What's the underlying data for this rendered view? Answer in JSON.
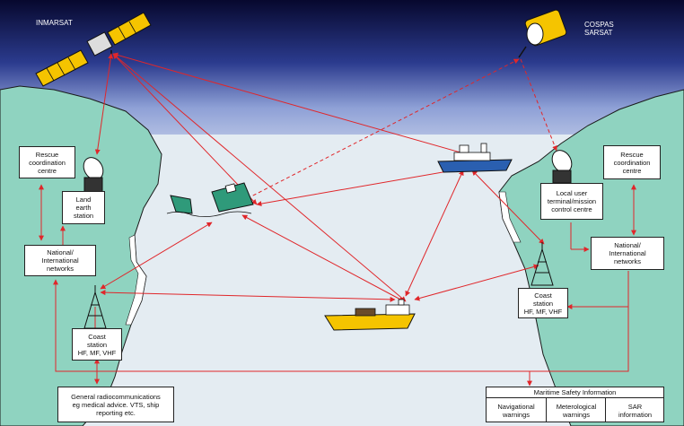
{
  "satellites": {
    "inmarsat": "INMARSAT",
    "cospas_sarsat": [
      "COSPAS",
      "SARSAT"
    ]
  },
  "boxes": {
    "rescue_left": [
      "Rescue",
      "coordination",
      "centre"
    ],
    "land_earth_station": [
      "Land",
      "earth",
      "station"
    ],
    "national_left": [
      "National/",
      "International",
      "networks"
    ],
    "coast_station_left": [
      "Coast",
      "station",
      "HF, MF, VHF"
    ],
    "general_radio": [
      "General radiocommunications",
      "eg medical advice. VTS, ship",
      "reporting etc."
    ],
    "rescue_right": [
      "Rescue",
      "coordination",
      "centre"
    ],
    "local_user_terminal": [
      "Local user",
      "terminal/mission",
      "control centre"
    ],
    "national_right": [
      "National/",
      "International",
      "networks"
    ],
    "coast_station_right": [
      "Coast",
      "station",
      "HF, MF, VHF"
    ]
  },
  "maritime_safety": {
    "title": "Maritime Safety Information",
    "items": [
      [
        "Navigational",
        "warnings"
      ],
      [
        "Meterological",
        "warnings"
      ],
      [
        "SAR",
        "information"
      ]
    ]
  },
  "colors": {
    "sky_top": "#0a0f3a",
    "sky_mid": "#3a4a9c",
    "sky_bottom": "#dfe6f3",
    "sea": "#e4ecf2",
    "land": "#8fd3c0",
    "link": "#e0262a",
    "ship_yellow": "#f5c400",
    "ship_blue": "#2a5fb0",
    "wreck_green": "#2f9a7a"
  }
}
